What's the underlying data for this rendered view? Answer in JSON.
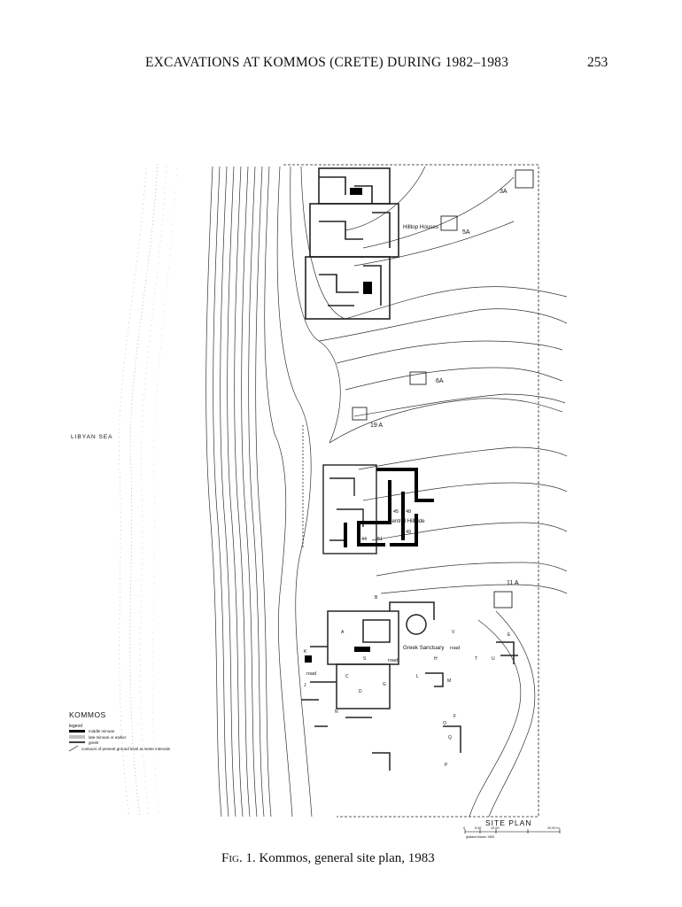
{
  "header": {
    "running_title": "EXCAVATIONS AT KOMMOS (CRETE) DURING 1982–1983",
    "page_number": "253"
  },
  "figure": {
    "sea_label": "LIBYAN SEA",
    "map_title": "KOMMOS",
    "legend": {
      "heading": "legend",
      "items": [
        "middle minoan",
        "late minoan or earlier",
        "greek",
        "contours of present ground level at meter intervals"
      ]
    },
    "area_labels": {
      "hilltop": "Hilltop Houses",
      "central": "Central Hillside",
      "sanctuary": "Greek Sanctuary",
      "road1": "road",
      "road2": "road",
      "road3": "road"
    },
    "trench_labels": [
      "3A",
      "5A",
      "6A",
      "19 A",
      "11 A"
    ],
    "room_numbers": [
      "45",
      "48",
      "49",
      "44",
      "51"
    ],
    "letters": [
      "A",
      "B",
      "C",
      "D",
      "E",
      "F",
      "G",
      "H",
      "J",
      "K",
      "L",
      "M",
      "N",
      "O",
      "P",
      "Q",
      "S",
      "T",
      "U",
      "V"
    ],
    "site_plan_label": "SITE PLAN",
    "scale": {
      "ticks": [
        "0",
        "5.00",
        "10.00",
        "20.00 m."
      ],
      "credit": "giuliana bianco 1983"
    }
  },
  "caption": {
    "label": "Fig. 1.",
    "text": "Kommos, general site plan, 1983"
  }
}
